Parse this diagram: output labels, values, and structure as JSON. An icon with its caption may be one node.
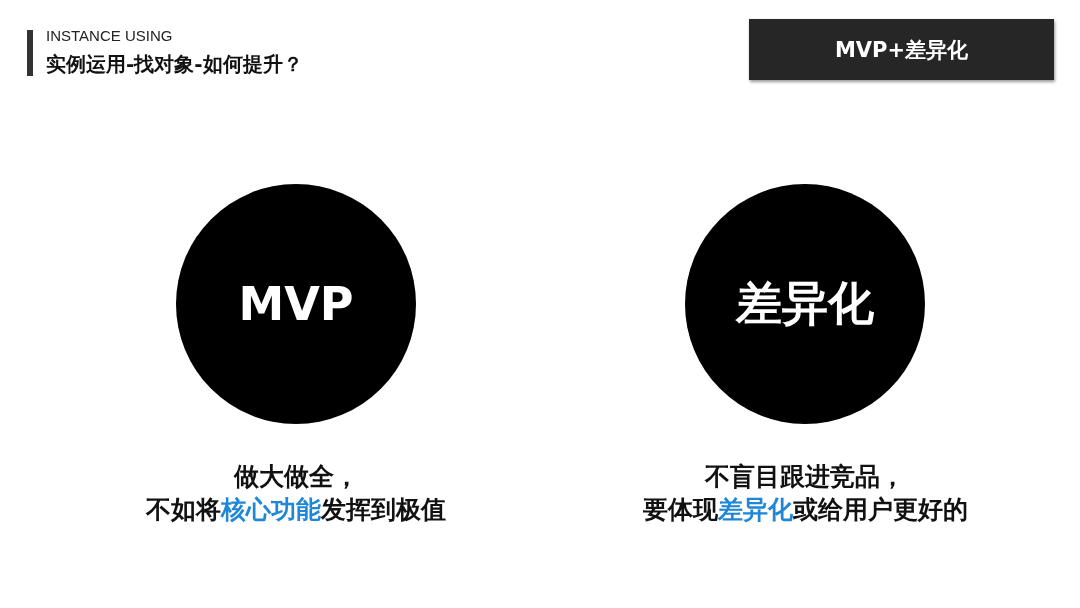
{
  "diagram": {
    "title": "实例运用-找对象-如何提升？",
    "nodes": [
      {
        "text": [
          "MVP+差异化"
        ]
      },
      {
        "text": [
          "MVP"
        ],
        "beside": [
          "做大做全，",
          "不如将**核心功能**发挥到极值"
        ]
      },
      {
        "text": [
          "差异化"
        ],
        "beside": [
          "不盲目跟进竞品，",
          "要体现**差异化**或给用户更好的"
        ]
      }
    ],
    "edges": [],
    "labels": [
      "INSTANCE USING"
    ]
  }
}
